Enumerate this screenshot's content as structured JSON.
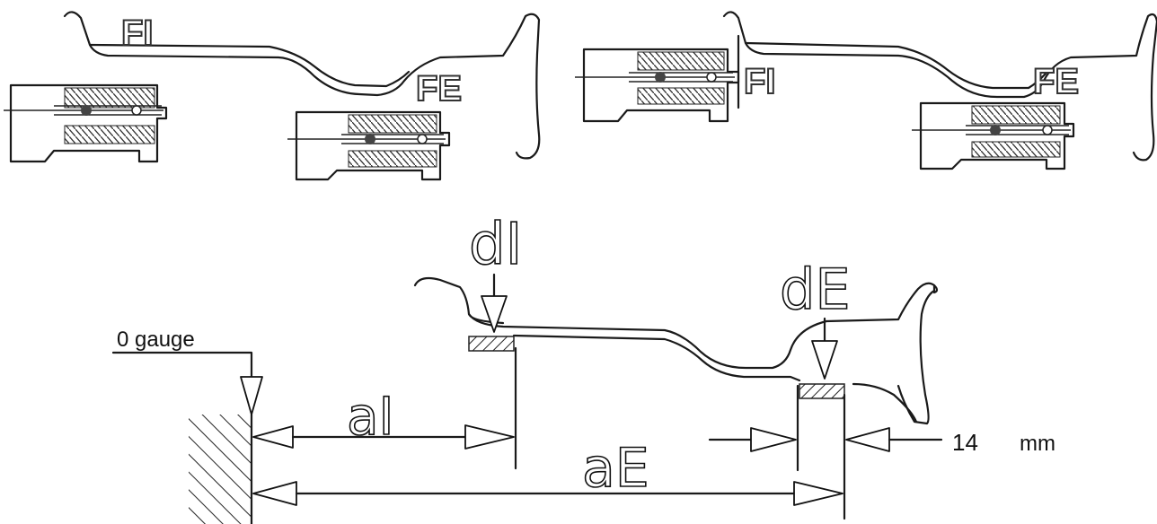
{
  "top_left": {
    "label_fi": "FI",
    "label_fe": "FE"
  },
  "top_right": {
    "label_fi": "FI",
    "label_fe": "FE"
  },
  "bottom": {
    "label_di": "dI",
    "label_de": "dE",
    "label_ai": "aI",
    "label_ae": "aE",
    "label_zero_gauge": "0 gauge",
    "label_offset_value": "14",
    "label_offset_unit": "mm"
  },
  "colors": {
    "stroke": "#1a1a1a",
    "background": "#ffffff"
  }
}
